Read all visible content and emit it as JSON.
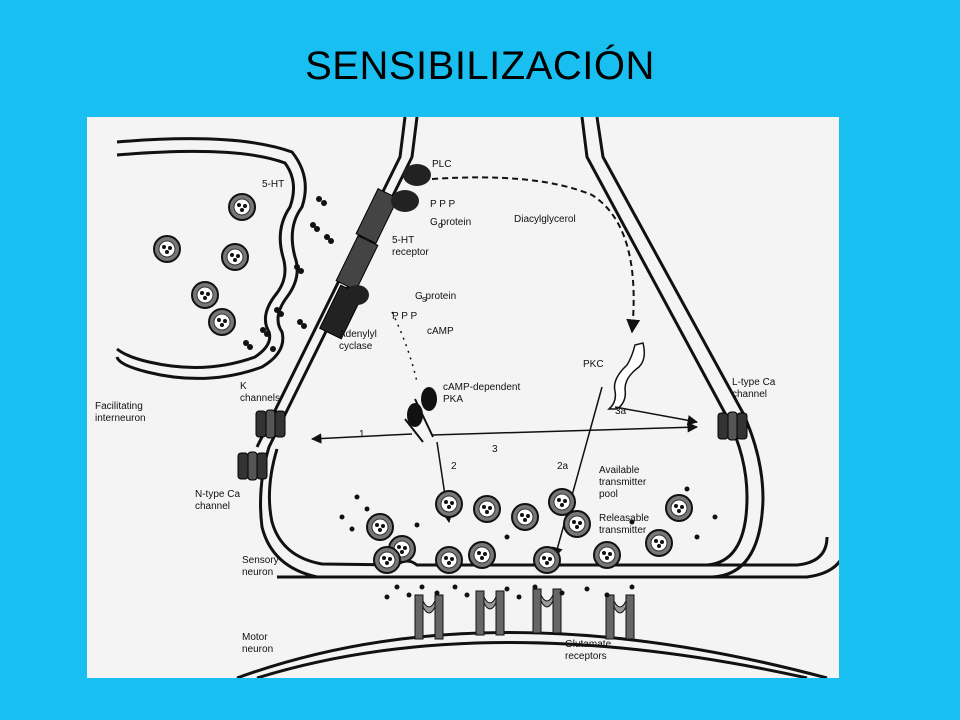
{
  "title": "SENSIBILIZACIÓN",
  "labels": {
    "five_ht": "5-HT",
    "plc": "PLC",
    "ppp1": "P P P",
    "go_protein": "G  protein",
    "go_sub": "o",
    "diacylglycerol": "Diacylglycerol",
    "five_ht_receptor_1": "5-HT",
    "five_ht_receptor_2": "receptor",
    "gs_protein": "G  protein",
    "gs_sub": "s",
    "ppp2": "P P P",
    "adenylyl_1": "Adenylyl",
    "adenylyl_2": "cyclase",
    "camp": "cAMP",
    "pkc": "PKC",
    "k_channels_1": "K",
    "k_channels_2": "channels",
    "camp_pka_1": "cAMP-dependent",
    "camp_pka_2": "PKA",
    "l_type_1": "L-type Ca",
    "l_type_2": "channel",
    "facilitating_1": "Facilitating",
    "facilitating_2": "interneuron",
    "path_1": "1",
    "path_3": "3",
    "path_3a": "3a",
    "path_2": "2",
    "path_2a": "2a",
    "available_1": "Available",
    "available_2": "transmitter",
    "available_3": "pool",
    "n_type_1": "N-type Ca",
    "n_type_2": "channel",
    "releasable_1": "Releasable",
    "releasable_2": "transmitter",
    "sensory_1": "Sensory",
    "sensory_2": "neuron",
    "motor_1": "Motor",
    "motor_2": "neuron",
    "glutamate_1": "Glutamate",
    "glutamate_2": "receptors"
  },
  "colors": {
    "slide_background": "#1ABFF2",
    "figure_background": "#f4f4f4",
    "ink": "#111111"
  }
}
